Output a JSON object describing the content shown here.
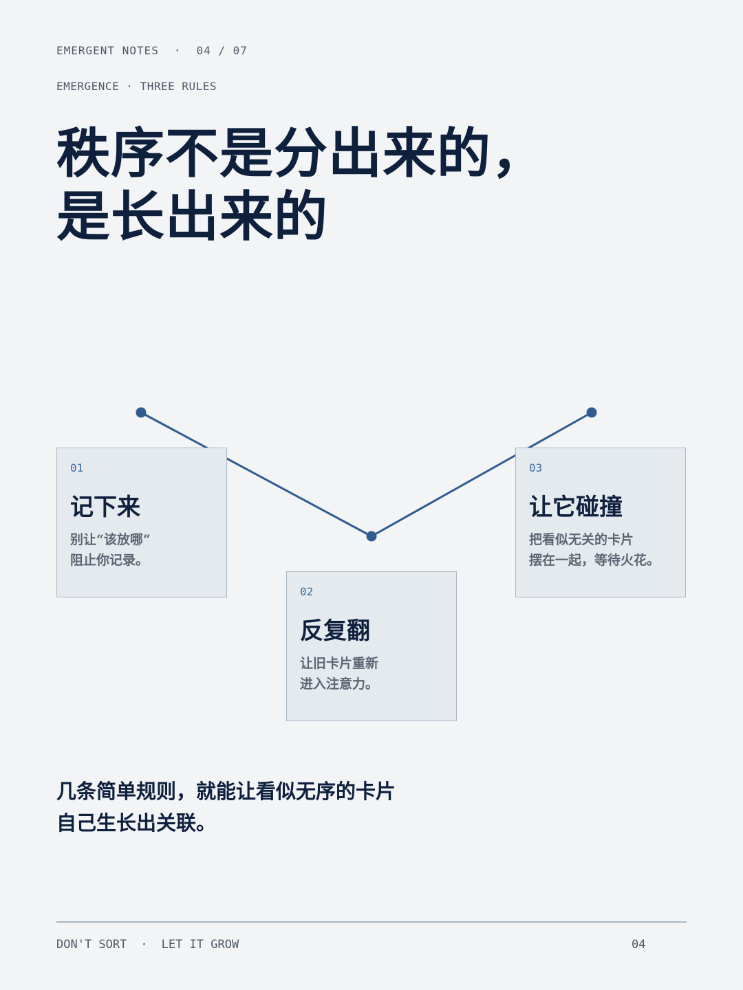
{
  "header": {
    "series": "EMERGENT NOTES",
    "page_indicator": "04 / 07",
    "separator": "·",
    "section": "EMERGENCE · THREE RULES"
  },
  "headline": {
    "line1": "秩序不是分出来的，",
    "line2": "是长出来的"
  },
  "cards": [
    {
      "number": "01",
      "title": "记下来",
      "desc_line1": "别让“该放哪”",
      "desc_line2": "阻止你记录。"
    },
    {
      "number": "02",
      "title": "反复翻",
      "desc_line1": "让旧卡片重新",
      "desc_line2": "进入注意力。"
    },
    {
      "number": "03",
      "title": "让它碰撞",
      "desc_line1": "把看似无关的卡片",
      "desc_line2": "摆在一起，等待火花。"
    }
  ],
  "summary": {
    "line1": "几条简单规则，就能让看似无序的卡片",
    "line2": "自己生长出关联。"
  },
  "footer": {
    "left_a": "DON'T SORT",
    "separator": "·",
    "left_b": "LET IT GROW",
    "page_number": "04"
  },
  "colors": {
    "background": "#f2f4f6",
    "ink": "#0f203d",
    "accent": "#2f5b8f",
    "card_fill": "#e5eaee",
    "card_border": "#aab7c4"
  }
}
